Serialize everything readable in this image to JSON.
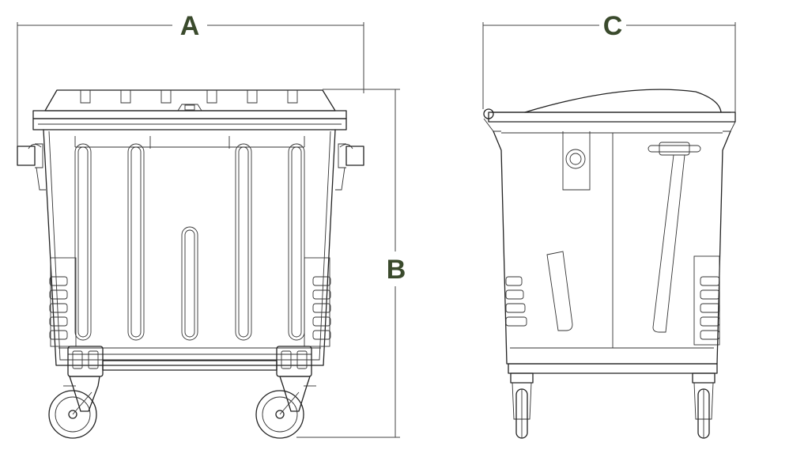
{
  "dimensions": {
    "width_front": "A",
    "height": "B",
    "width_side": "C"
  },
  "colors": {
    "label": "#3a4a2c",
    "line": "#222222"
  }
}
